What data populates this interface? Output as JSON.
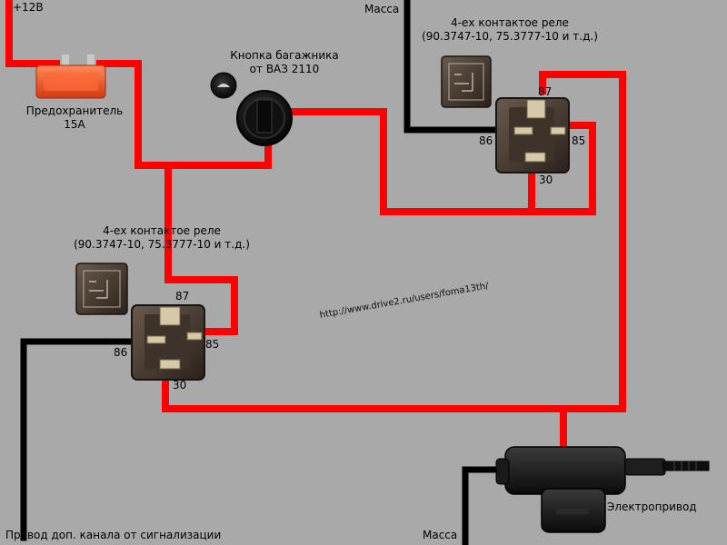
{
  "labels": {
    "plus12": "+12В",
    "fuse": "Предохранитель",
    "fuse_rating": "15А",
    "button_line1": "Кнопка багажника",
    "button_line2": "от ВАЗ 2110",
    "massa_top": "Масса",
    "relay_top_line1": "4-ех контактое реле",
    "relay_top_line2": "(90.3747-10, 75.3777-10 и т.д.)",
    "relay_bottom_line1": "4-ех контактое реле",
    "relay_bottom_line2": "(90.3747-10, 75.3777-10 и т.д.)",
    "url": "http://www.drive2.ru/users/foma13th/",
    "actuator": "Электропривод",
    "massa_bottom": "Масса",
    "alarm_channel": "Провод доп. канала от сигнализации"
  },
  "pins": {
    "top": {
      "p87": "87",
      "p86": "86",
      "p85": "85",
      "p30": "30"
    },
    "bottom": {
      "p87": "87",
      "p86": "86",
      "p85": "85",
      "p30": "30"
    }
  },
  "colors": {
    "background": "#a9a9a9",
    "wire_red": "#ff0000",
    "wire_black": "#000000"
  }
}
